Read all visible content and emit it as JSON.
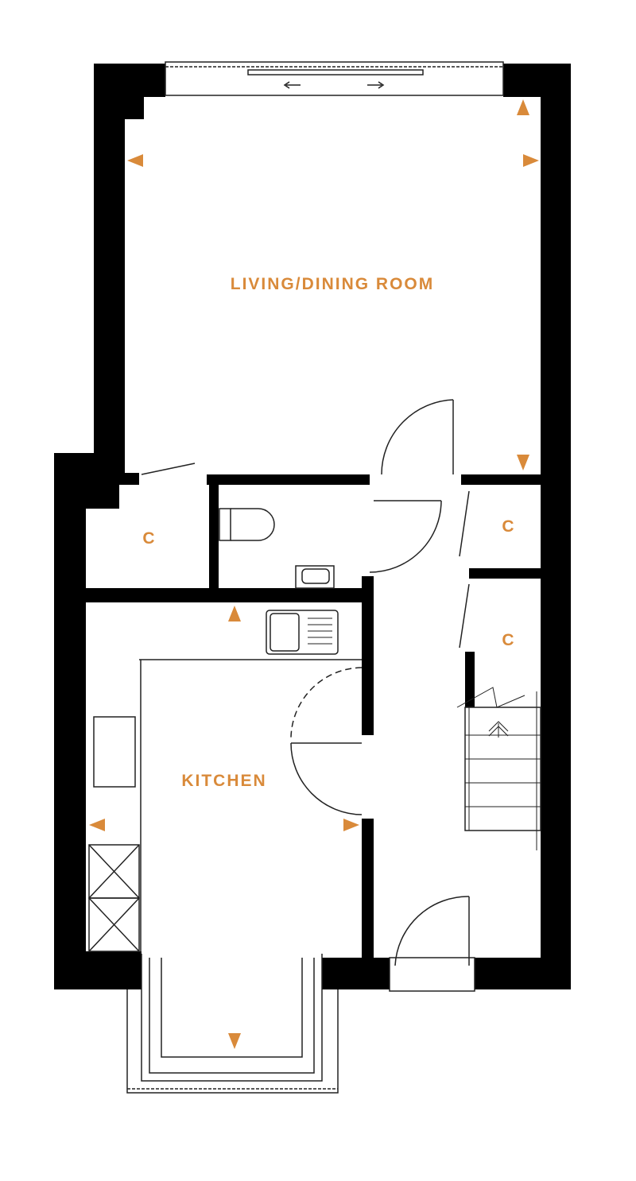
{
  "rooms": {
    "living": "LIVING/DINING ROOM",
    "kitchen": "KITCHEN",
    "cupboard_left": "C",
    "cupboard_right_top": "C",
    "cupboard_right_bottom": "C"
  },
  "colors": {
    "accent": "#d98a3a",
    "wall": "#000000",
    "line": "#222222"
  }
}
